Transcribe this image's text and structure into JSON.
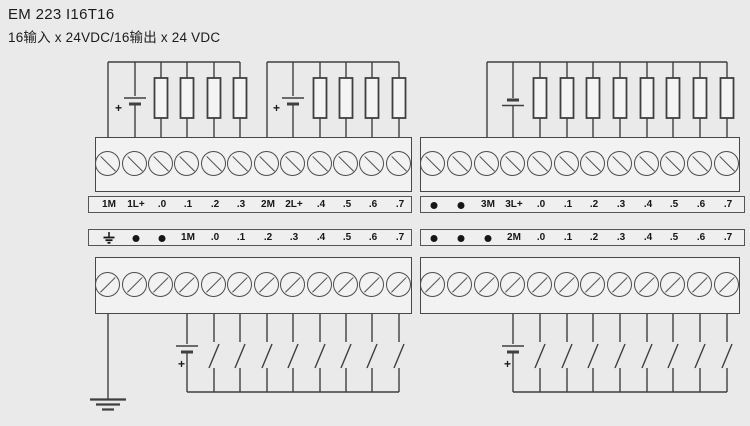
{
  "title": {
    "line1": "EM 223 I16T16",
    "line2": "16输入 x 24VDC/16输出 x 24 VDC"
  },
  "symbols": {
    "plus": "+"
  },
  "terminal_strips": {
    "top_left": {
      "labels": [
        "1M",
        "1L+",
        ".0",
        ".1",
        ".2",
        ".3",
        "2M",
        "2L+",
        ".4",
        ".5",
        ".6",
        ".7"
      ]
    },
    "top_right": {
      "labels": [
        "dot-icon",
        "dot-icon",
        "3M",
        "3L+",
        ".0",
        ".1",
        ".2",
        ".3",
        ".4",
        ".5",
        ".6",
        ".7"
      ]
    },
    "bottom_left": {
      "labels": [
        "ground-icon",
        "dot-icon",
        "dot-icon",
        "1M",
        ".0",
        ".1",
        ".2",
        ".3",
        ".4",
        ".5",
        ".6",
        ".7"
      ]
    },
    "bottom_right": {
      "labels": [
        "dot-icon",
        "dot-icon",
        "dot-icon",
        "2M",
        ".0",
        ".1",
        ".2",
        ".3",
        ".4",
        ".5",
        ".6",
        ".7"
      ]
    }
  },
  "terminal_blocks": {
    "top_left": {
      "screw_count": 12
    },
    "top_right": {
      "screw_count": 12
    },
    "bottom_left": {
      "screw_count": 12
    },
    "bottom_right": {
      "screw_count": 12
    }
  },
  "colors": {
    "background": "#eaeaea",
    "line": "#3f3f3f",
    "text": "#1b1b1b"
  }
}
